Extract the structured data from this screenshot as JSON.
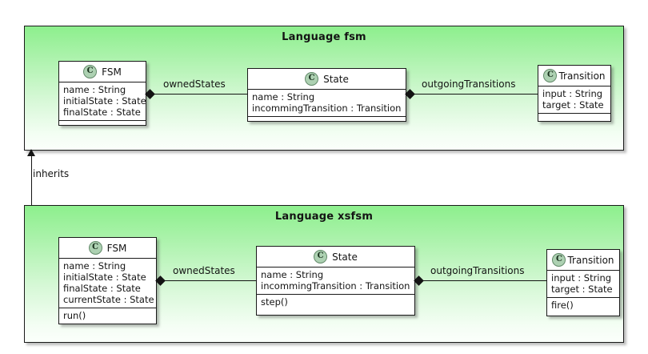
{
  "diagram": {
    "type": "uml-class-diagram",
    "background_color": "#FFFFFF",
    "package_fill_top": "#90EE90",
    "package_fill_bottom": "#FBFFFB",
    "class_fill": "#FFFFFF",
    "line_color": "#141414",
    "class_icon_fill": "#ADD1B2",
    "class_icon_letter": "C"
  },
  "packages": [
    {
      "id": "fsm",
      "title": "Language fsm",
      "classes": [
        {
          "id": "fsm-FSM",
          "name": "FSM",
          "icon": "C",
          "attributes": [
            "name : String",
            "initialState : State",
            "finalState : State"
          ],
          "operations": []
        },
        {
          "id": "fsm-State",
          "name": "State",
          "icon": "C",
          "attributes": [
            "name : String",
            "incommingTransition : Transition"
          ],
          "operations": []
        },
        {
          "id": "fsm-Transition",
          "name": "Transition",
          "icon": "C",
          "attributes": [
            "input : String",
            "target : State"
          ],
          "operations": []
        }
      ],
      "associations": [
        {
          "id": "fsm-ownedStates",
          "label": "ownedStates",
          "kind": "composition",
          "source": "FSM",
          "target": "State"
        },
        {
          "id": "fsm-outgoingTransitions",
          "label": "outgoingTransitions",
          "kind": "composition",
          "source": "State",
          "target": "Transition"
        }
      ]
    },
    {
      "id": "xsfsm",
      "title": "Language xsfsm",
      "classes": [
        {
          "id": "xsfsm-FSM",
          "name": "FSM",
          "icon": "C",
          "attributes": [
            "name : String",
            "initialState : State",
            "finalState : State",
            "currentState : State"
          ],
          "operations": [
            "run()"
          ]
        },
        {
          "id": "xsfsm-State",
          "name": "State",
          "icon": "C",
          "attributes": [
            "name : String",
            "incommingTransition : Transition"
          ],
          "operations": [
            "step()"
          ]
        },
        {
          "id": "xsfsm-Transition",
          "name": "Transition",
          "icon": "C",
          "attributes": [
            "input : String",
            "target : State"
          ],
          "operations": [
            "fire()"
          ]
        }
      ],
      "associations": [
        {
          "id": "xsfsm-ownedStates",
          "label": "ownedStates",
          "kind": "composition",
          "source": "FSM",
          "target": "State"
        },
        {
          "id": "xsfsm-outgoingTransitions",
          "label": "outgoingTransitions",
          "kind": "composition",
          "source": "State",
          "target": "Transition"
        }
      ]
    }
  ],
  "relations": [
    {
      "id": "inherits",
      "label": "inherits",
      "kind": "generalization",
      "from": "xsfsm",
      "to": "fsm",
      "direction": "up"
    }
  ]
}
